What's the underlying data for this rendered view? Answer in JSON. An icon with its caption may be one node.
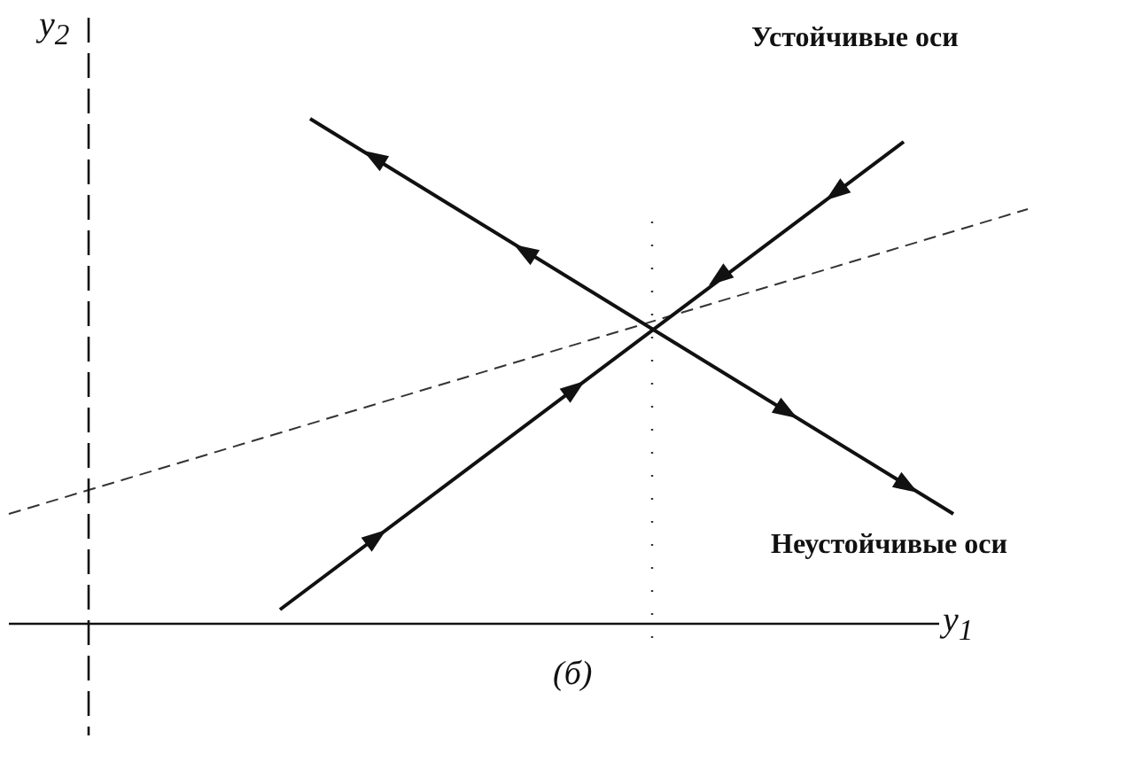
{
  "diagram": {
    "caption": "(б)",
    "labels": [
      "y$_{2}$",
      "Устойчивые оси",
      "Неустойчивые оси",
      "y$_{1}$"
    ]
  }
}
